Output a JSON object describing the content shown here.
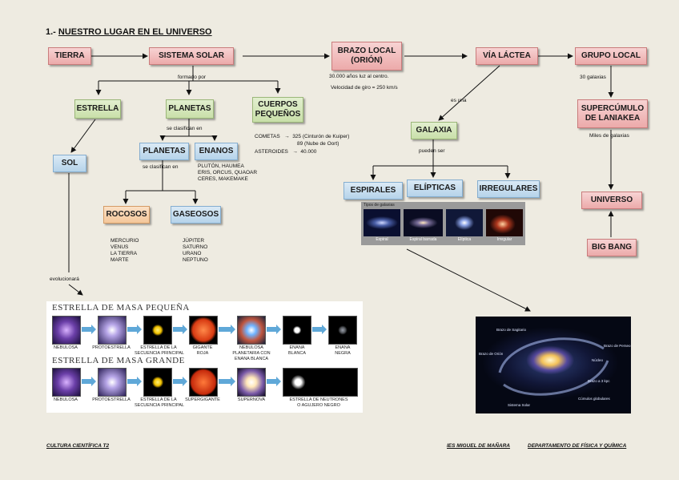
{
  "title_number": "1.-",
  "title": "NUESTRO LUGAR EN EL UNIVERSO",
  "nodes": {
    "tierra": "TIERRA",
    "sistema_solar": "SISTEMA SOLAR",
    "brazo_local": "BRAZO LOCAL\n(ORIÓN)",
    "via_lactea": "VÍA LÁCTEA",
    "grupo_local": "GRUPO LOCAL",
    "estrella": "ESTRELLA",
    "planetas": "PLANETAS",
    "cuerpos_pequenos": "CUERPOS\nPEQUEÑOS",
    "sol": "SOL",
    "planetas2": "PLANETAS",
    "enanos": "ENANOS",
    "rocosos": "ROCOSOS",
    "gaseosos": "GASEOSOS",
    "galaxia": "GALAXIA",
    "espirales": "ESPIRALES",
    "elipticas": "ELÍPTICAS",
    "irregulares": "IRREGULARES",
    "supercumulo": "SUPERCÚMULO\nDE LANIAKEA",
    "universo": "UNIVERSO",
    "big_bang": "BIG BANG"
  },
  "labels": {
    "formado_por": "formado por",
    "se_clasifican_1": "se clasifican en",
    "se_clasifican_2": "se clasifican en",
    "cometas": "COMETAS   →  325 (Cinturón de Kuiper)",
    "cometas_2": "89 (Nube de Oort)",
    "asteroides": "ASTEROIDES   →  40.000",
    "enanos_list": "PLUTÓN, HAUMEA\nERIS, ORCUS, QUAOAR\nCERES, MAKEMAKE",
    "rocosos_list": "MERCURIO\nVENUS\nLA TIERRA\nMARTE",
    "gaseosos_list": "JÚPITER\nSATURNO\nURANO\nNEPTUNO",
    "brazo_info_1": "30.000 años luz al centro.",
    "brazo_info_2": "Velocidad de giro = 250 km/s",
    "es_una": "es una",
    "pueden_ser": "pueden ser",
    "grupo_info": "30 galaxias",
    "laniakea_info": "Miles de galaxias",
    "evolucionara": "evolucionará"
  },
  "galaxy_types": {
    "header": "Tipos de galaxias",
    "items": [
      "Espiral",
      "Espiral barrada",
      "Elíptica",
      "Irregular"
    ]
  },
  "stellar_evolution": {
    "small_title": "ESTRELLA DE MASA PEQUEÑA",
    "small_stages": [
      "NEBULOSA",
      "PROTOESTRELLA",
      "ESTRELLA DE LA\nSECUENCIA PRINCIPAL",
      "GIGANTE\nROJA",
      "NEBULOSA\nPLANETARIA CON\nENANA BLANCA",
      "ENANA\nBLANCA",
      "ENANA\nNEGRA"
    ],
    "large_title": "ESTRELLA DE MASA GRANDE",
    "large_stages": [
      "NEBULOSA",
      "PROTOESTRELLA",
      "ESTRELLA DE LA\nSECUENCIA PRINCIPAL",
      "SUPERGIGANTE",
      "SUPERNOVA",
      "ESTRELLA DE NEUTRONES\nO AGUJERO NEGRO"
    ]
  },
  "milky_way_labels": [
    "Brazo de Sagitario",
    "Brazo de Orión",
    "Brazo de Perseo",
    "Núcleo",
    "Brazo a 3 kpc",
    "Sistema Solar",
    "Cúmulos globulares"
  ],
  "footer": {
    "left": "CULTURA CIENTÍFICA  T2",
    "middle": "IES MIGUEL DE MAÑARA",
    "right": "DEPARTAMENTO DE FÍSICA Y QUÍMICA"
  }
}
